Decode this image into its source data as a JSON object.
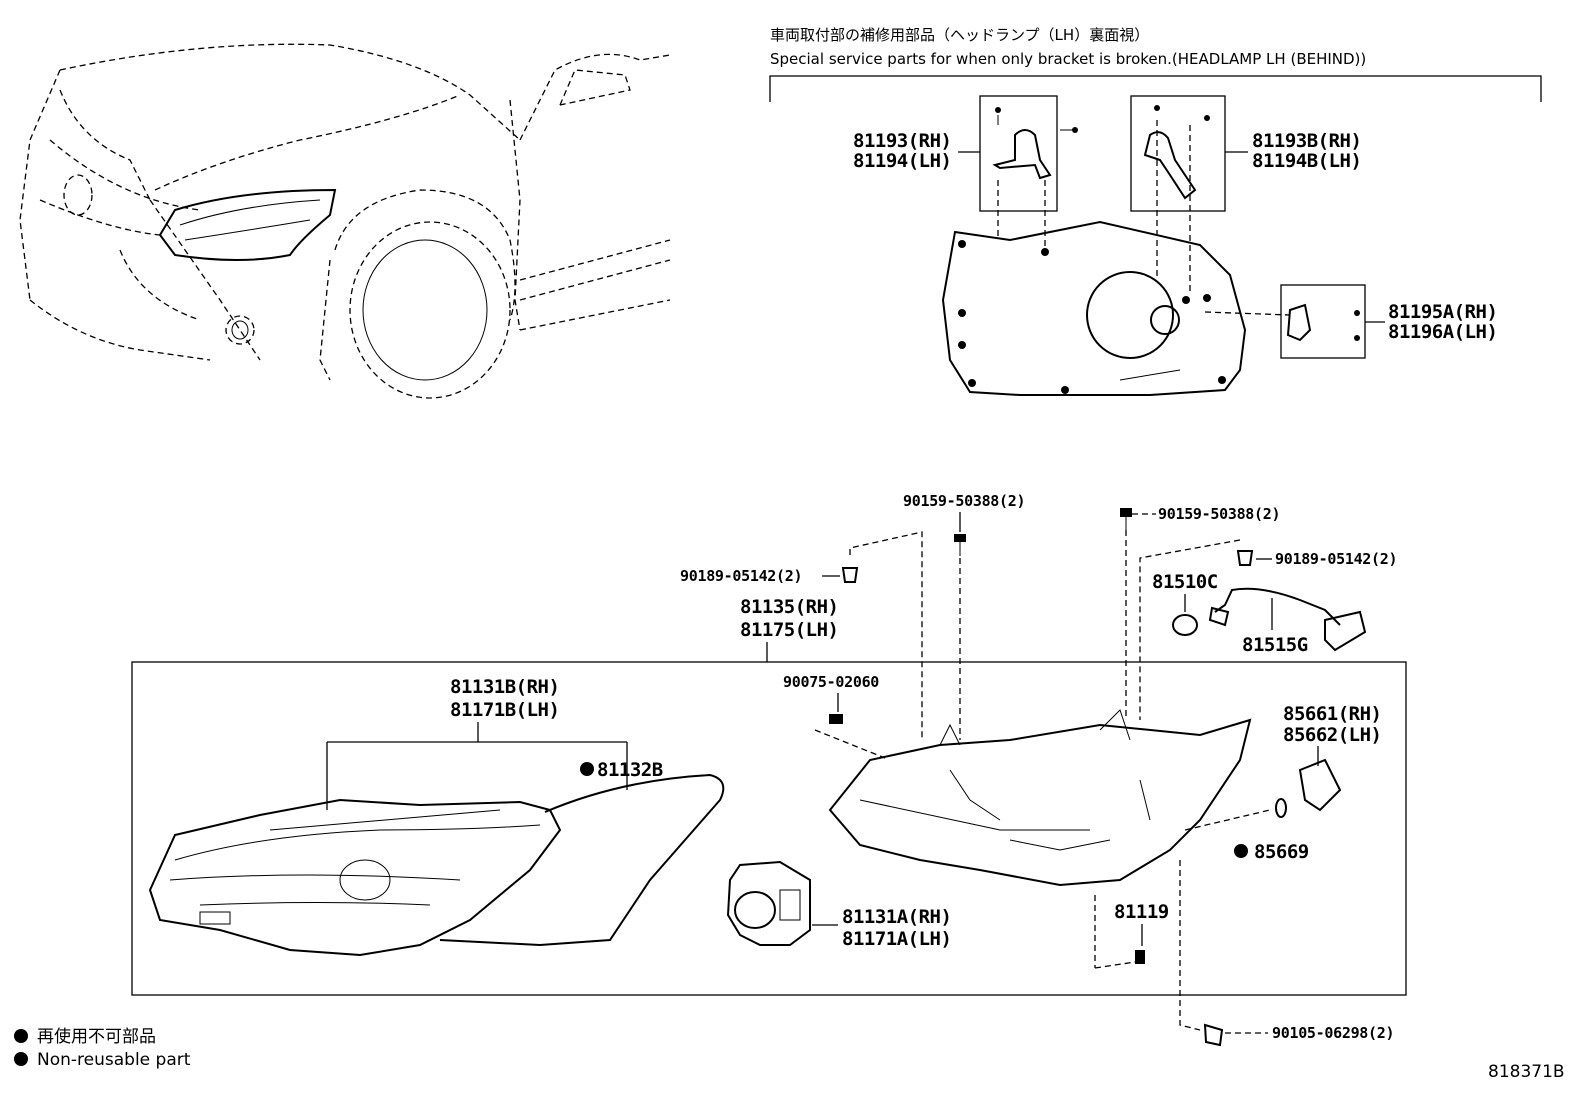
{
  "header": {
    "title_jp": "車両取付部の補修用部品（ヘッドランプ（LH）裏面視）",
    "title_en": "Special service parts for when only bracket is broken.(HEADLAMP LH (BEHIND))"
  },
  "callouts": {
    "bracket_a_rh": "81193(RH)",
    "bracket_a_lh": "81194(LH)",
    "bracket_b_rh": "81193B(RH)",
    "bracket_b_lh": "81194B(LH)",
    "bracket_c_rh": "81195A(RH)",
    "bracket_c_lh": "81196A(LH)",
    "screw_top_1": "90159-50388(2)",
    "screw_top_2": "90159-50388(2)",
    "clip_left": "90189-05142(2)",
    "clip_right": "90189-05142(2)",
    "cover": "81510C",
    "wire": "81515G",
    "assy_rh": "81135(RH)",
    "assy_lh": "81175(LH)",
    "screw_90075": "90075-02060",
    "lens_rh": "81131B(RH)",
    "lens_lh": "81171B(LH)",
    "gasket": "81132B",
    "unit_rh": "81131A(RH)",
    "unit_lh": "81171A(LH)",
    "actuator_rh": "85661(RH)",
    "actuator_lh": "85662(LH)",
    "oring": "85669",
    "screw_81119": "81119",
    "screw_bottom": "90105-06298(2)"
  },
  "legend": {
    "jp": "再使用不可部品",
    "en": "Non-reusable part"
  },
  "figure_id": "818371B"
}
